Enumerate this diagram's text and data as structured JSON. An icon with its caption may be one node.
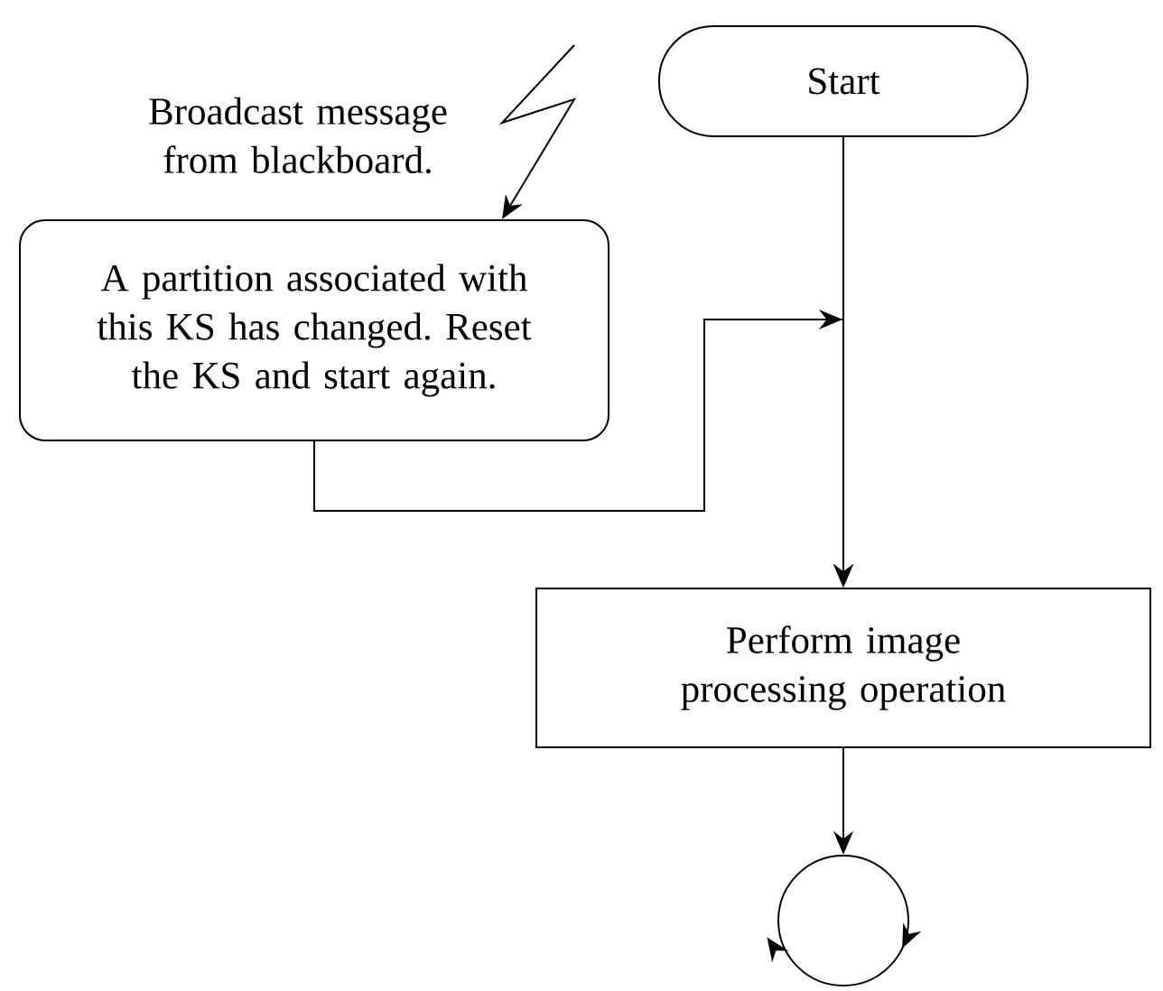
{
  "diagram": {
    "nodes": [
      {
        "text": [
          "Start"
        ]
      },
      {
        "text": [
          "A partition associated with this KS has changed. Reset the KS and start again."
        ]
      },
      {
        "text": [
          "Perform image processing operation"
        ]
      },
      {
        "text": [],
        "shape": "circle"
      }
    ],
    "edges": [
      {
        "from": null,
        "to": 1,
        "arrow": "to"
      },
      {
        "from": 0,
        "to": 2,
        "arrow": "to"
      },
      {
        "from": 1,
        "to": 2,
        "arrow": "to"
      },
      {
        "from": 2,
        "to": 3,
        "arrow": "to"
      }
    ],
    "labels": [
      "Broadcast message from blackboard."
    ]
  }
}
